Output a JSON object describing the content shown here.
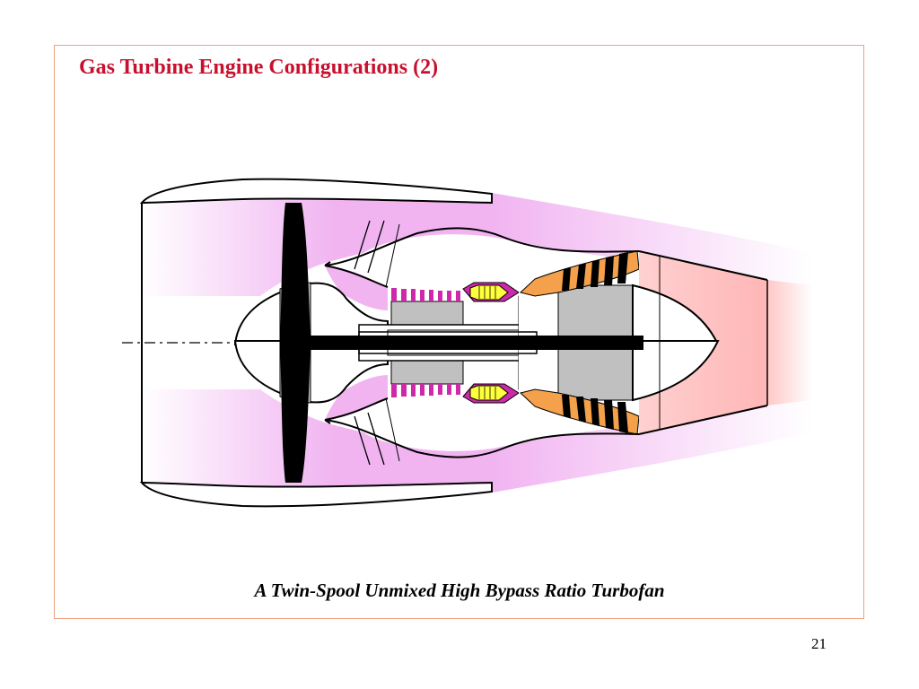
{
  "slide": {
    "title": "Gas Turbine Engine Configurations (2)",
    "caption": "A Twin-Spool Unmixed High Bypass Ratio Turbofan",
    "page_number": "21"
  },
  "colors": {
    "title": "#c8102e",
    "frame": "#f0a080",
    "bypass_duct": "#f1b4f1",
    "hp_compressor": "#cc2aa8",
    "combustor": "#ffff3c",
    "combustor_casing": "#cc2aa8",
    "turbine_blades": "#f5a04a",
    "nozzle": "#ffc8c8",
    "spool_drum": "#c0c0c0",
    "shaft": "#000000"
  }
}
